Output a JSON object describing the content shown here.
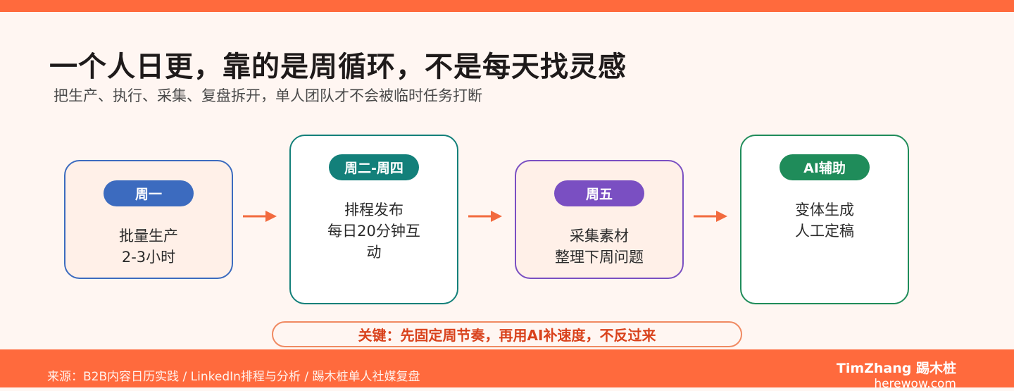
{
  "header": {
    "title": "一个人日更，靠的是周循环，不是每天找灵感",
    "subtitle": "把生产、执行、采集、复盘拆开，单人团队才不会被临时任务打断"
  },
  "steps": [
    {
      "badge": "周一",
      "lines": [
        "批量生产",
        "2-3小时"
      ],
      "color": "#3C6BBF",
      "fill": "#FFF0E8"
    },
    {
      "badge": "周二-周四",
      "lines": [
        "排程发布",
        "每日20分钟互",
        "动"
      ],
      "color": "#13807A",
      "fill": "#FFFFFF"
    },
    {
      "badge": "周五",
      "lines": [
        "采集素材",
        "整理下周问题"
      ],
      "color": "#7A4FC2",
      "fill": "#FFF0E8"
    },
    {
      "badge": "AI辅助",
      "lines": [
        "变体生成",
        "人工定稿"
      ],
      "color": "#1F8C5A",
      "fill": "#FFFFFF"
    }
  ],
  "key_message": "关键：先固定周节奏，再用AI补速度，不反过来",
  "footer": {
    "source": "来源：B2B内容日历实践 / LinkedIn排程与分析 / 踢木桩单人社媒复盘",
    "brand": "TimZhang 踢木桩",
    "site": "herewow.com"
  },
  "colors": {
    "accent": "#FF6A3D",
    "arrow": "#F26A3E"
  },
  "icons": [
    "arrow-right-icon"
  ]
}
